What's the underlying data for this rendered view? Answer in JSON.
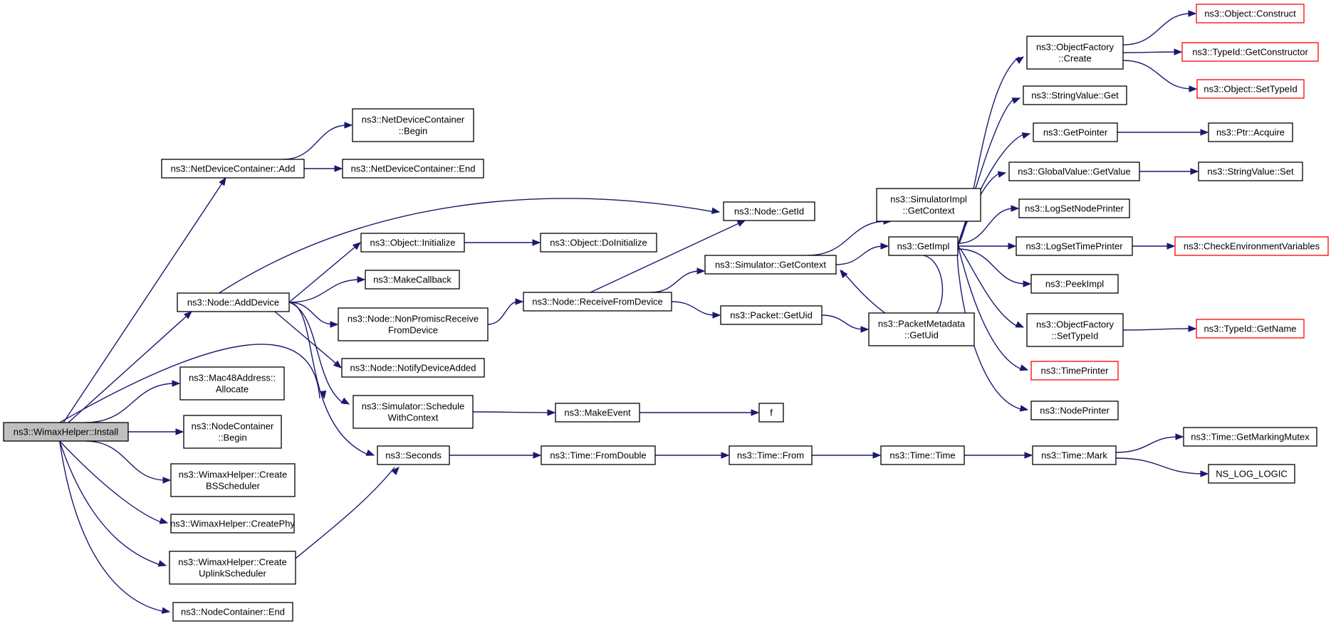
{
  "colors": {
    "edge": "#191970",
    "node_border": "#000000",
    "missing_border": "#ff0000",
    "root_fill": "#bfbfbf",
    "node_fill": "#ffffff"
  },
  "nodes": [
    {
      "id": "install",
      "lines": [
        "ns3::WimaxHelper::Install"
      ],
      "style": "root"
    },
    {
      "id": "ndc_add",
      "lines": [
        "ns3::NetDeviceContainer::Add"
      ],
      "style": "normal"
    },
    {
      "id": "ndc_begin",
      "lines": [
        "ns3::NetDeviceContainer",
        "::Begin"
      ],
      "style": "normal"
    },
    {
      "id": "ndc_end",
      "lines": [
        "ns3::NetDeviceContainer::End"
      ],
      "style": "normal"
    },
    {
      "id": "node_adddevice",
      "lines": [
        "ns3::Node::AddDevice"
      ],
      "style": "normal"
    },
    {
      "id": "node_getid",
      "lines": [
        "ns3::Node::GetId"
      ],
      "style": "normal"
    },
    {
      "id": "obj_init",
      "lines": [
        "ns3::Object::Initialize"
      ],
      "style": "normal"
    },
    {
      "id": "obj_doinit",
      "lines": [
        "ns3::Object::DoInitialize"
      ],
      "style": "normal"
    },
    {
      "id": "makecallback",
      "lines": [
        "ns3::MakeCallback"
      ],
      "style": "normal"
    },
    {
      "id": "node_nonpromisc",
      "lines": [
        "ns3::Node::NonPromiscReceive",
        "FromDevice"
      ],
      "style": "normal"
    },
    {
      "id": "node_recv",
      "lines": [
        "ns3::Node::ReceiveFromDevice"
      ],
      "style": "normal"
    },
    {
      "id": "node_notify",
      "lines": [
        "ns3::Node::NotifyDeviceAdded"
      ],
      "style": "normal"
    },
    {
      "id": "sim_schedctx",
      "lines": [
        "ns3::Simulator::Schedule",
        "WithContext"
      ],
      "style": "normal"
    },
    {
      "id": "makeevent",
      "lines": [
        "ns3::MakeEvent"
      ],
      "style": "normal"
    },
    {
      "id": "f",
      "lines": [
        "f"
      ],
      "style": "normal"
    },
    {
      "id": "seconds",
      "lines": [
        "ns3::Seconds"
      ],
      "style": "normal"
    },
    {
      "id": "time_fromdouble",
      "lines": [
        "ns3::Time::FromDouble"
      ],
      "style": "normal"
    },
    {
      "id": "time_from",
      "lines": [
        "ns3::Time::From"
      ],
      "style": "normal"
    },
    {
      "id": "time_time",
      "lines": [
        "ns3::Time::Time"
      ],
      "style": "normal"
    },
    {
      "id": "time_mark",
      "lines": [
        "ns3::Time::Mark"
      ],
      "style": "normal"
    },
    {
      "id": "time_mutex",
      "lines": [
        "ns3::Time::GetMarkingMutex"
      ],
      "style": "normal"
    },
    {
      "id": "ns_log_logic",
      "lines": [
        "NS_LOG_LOGIC"
      ],
      "style": "normal"
    },
    {
      "id": "mac48",
      "lines": [
        "ns3::Mac48Address::",
        "Allocate"
      ],
      "style": "normal"
    },
    {
      "id": "nc_begin",
      "lines": [
        "ns3::NodeContainer",
        "::Begin"
      ],
      "style": "normal"
    },
    {
      "id": "create_bs",
      "lines": [
        "ns3::WimaxHelper::Create",
        "BSScheduler"
      ],
      "style": "normal"
    },
    {
      "id": "create_phy",
      "lines": [
        "ns3::WimaxHelper::CreatePhy"
      ],
      "style": "normal"
    },
    {
      "id": "create_uplink",
      "lines": [
        "ns3::WimaxHelper::Create",
        "UplinkScheduler"
      ],
      "style": "normal"
    },
    {
      "id": "nc_end",
      "lines": [
        "ns3::NodeContainer::End"
      ],
      "style": "normal"
    },
    {
      "id": "simimpl_getctx",
      "lines": [
        "ns3::SimulatorImpl",
        "::GetContext"
      ],
      "style": "normal"
    },
    {
      "id": "sim_getctx",
      "lines": [
        "ns3::Simulator::GetContext"
      ],
      "style": "normal"
    },
    {
      "id": "getimpl",
      "lines": [
        "ns3::GetImpl"
      ],
      "style": "normal"
    },
    {
      "id": "packet_getuid",
      "lines": [
        "ns3::Packet::GetUid"
      ],
      "style": "normal"
    },
    {
      "id": "pktmeta_getuid",
      "lines": [
        "ns3::PacketMetadata",
        "::GetUid"
      ],
      "style": "normal"
    },
    {
      "id": "of_create",
      "lines": [
        "ns3::ObjectFactory",
        "::Create"
      ],
      "style": "normal"
    },
    {
      "id": "obj_construct",
      "lines": [
        "ns3::Object::Construct"
      ],
      "style": "missing"
    },
    {
      "id": "typeid_getctor",
      "lines": [
        "ns3::TypeId::GetConstructor"
      ],
      "style": "missing"
    },
    {
      "id": "obj_settypeid",
      "lines": [
        "ns3::Object::SetTypeId"
      ],
      "style": "missing"
    },
    {
      "id": "stringvalue_get",
      "lines": [
        "ns3::StringValue::Get"
      ],
      "style": "normal"
    },
    {
      "id": "getpointer",
      "lines": [
        "ns3::GetPointer"
      ],
      "style": "normal"
    },
    {
      "id": "ptr_acquire",
      "lines": [
        "ns3::Ptr::Acquire"
      ],
      "style": "normal"
    },
    {
      "id": "gv_getvalue",
      "lines": [
        "ns3::GlobalValue::GetValue"
      ],
      "style": "normal"
    },
    {
      "id": "stringvalue_set",
      "lines": [
        "ns3::StringValue::Set"
      ],
      "style": "normal"
    },
    {
      "id": "logsetnodeprinter",
      "lines": [
        "ns3::LogSetNodePrinter"
      ],
      "style": "normal"
    },
    {
      "id": "logsettimeprinter",
      "lines": [
        "ns3::LogSetTimePrinter"
      ],
      "style": "normal"
    },
    {
      "id": "checkenv",
      "lines": [
        "ns3::CheckEnvironmentVariables"
      ],
      "style": "missing"
    },
    {
      "id": "peekimpl",
      "lines": [
        "ns3::PeekImpl"
      ],
      "style": "normal"
    },
    {
      "id": "of_settypeid",
      "lines": [
        "ns3::ObjectFactory",
        "::SetTypeId"
      ],
      "style": "normal"
    },
    {
      "id": "typeid_getname",
      "lines": [
        "ns3::TypeId::GetName"
      ],
      "style": "missing"
    },
    {
      "id": "timeprinter",
      "lines": [
        "ns3::TimePrinter"
      ],
      "style": "missing"
    },
    {
      "id": "nodeprinter",
      "lines": [
        "ns3::NodePrinter"
      ],
      "style": "normal"
    }
  ],
  "edges": [
    [
      "install",
      "ndc_add"
    ],
    [
      "install",
      "node_adddevice"
    ],
    [
      "install",
      "seconds"
    ],
    [
      "install",
      "mac48"
    ],
    [
      "install",
      "nc_begin"
    ],
    [
      "install",
      "create_bs"
    ],
    [
      "install",
      "create_phy"
    ],
    [
      "install",
      "create_uplink"
    ],
    [
      "install",
      "nc_end"
    ],
    [
      "ndc_add",
      "ndc_begin"
    ],
    [
      "ndc_add",
      "ndc_end"
    ],
    [
      "node_adddevice",
      "node_getid"
    ],
    [
      "node_adddevice",
      "obj_init"
    ],
    [
      "node_adddevice",
      "makecallback"
    ],
    [
      "node_adddevice",
      "node_nonpromisc"
    ],
    [
      "node_adddevice",
      "node_notify"
    ],
    [
      "node_adddevice",
      "sim_schedctx"
    ],
    [
      "node_adddevice",
      "seconds"
    ],
    [
      "obj_init",
      "obj_doinit"
    ],
    [
      "node_nonpromisc",
      "node_recv"
    ],
    [
      "node_recv",
      "node_getid"
    ],
    [
      "node_recv",
      "sim_getctx"
    ],
    [
      "node_recv",
      "packet_getuid"
    ],
    [
      "sim_schedctx",
      "makeevent"
    ],
    [
      "makeevent",
      "f"
    ],
    [
      "create_uplink",
      "seconds"
    ],
    [
      "seconds",
      "time_fromdouble"
    ],
    [
      "time_fromdouble",
      "time_from"
    ],
    [
      "time_from",
      "time_time"
    ],
    [
      "time_time",
      "time_mark"
    ],
    [
      "time_mark",
      "time_mutex"
    ],
    [
      "time_mark",
      "ns_log_logic"
    ],
    [
      "sim_getctx",
      "simimpl_getctx"
    ],
    [
      "sim_getctx",
      "getimpl"
    ],
    [
      "packet_getuid",
      "pktmeta_getuid"
    ],
    [
      "getimpl",
      "of_create"
    ],
    [
      "getimpl",
      "stringvalue_get"
    ],
    [
      "getimpl",
      "getpointer"
    ],
    [
      "getimpl",
      "gv_getvalue"
    ],
    [
      "getimpl",
      "logsetnodeprinter"
    ],
    [
      "getimpl",
      "logsettimeprinter"
    ],
    [
      "getimpl",
      "peekimpl"
    ],
    [
      "getimpl",
      "of_settypeid"
    ],
    [
      "getimpl",
      "timeprinter"
    ],
    [
      "getimpl",
      "nodeprinter"
    ],
    [
      "getimpl",
      "sim_getctx"
    ],
    [
      "of_create",
      "obj_construct"
    ],
    [
      "of_create",
      "typeid_getctor"
    ],
    [
      "of_create",
      "obj_settypeid"
    ],
    [
      "getpointer",
      "ptr_acquire"
    ],
    [
      "gv_getvalue",
      "stringvalue_set"
    ],
    [
      "logsettimeprinter",
      "checkenv"
    ],
    [
      "of_settypeid",
      "typeid_getname"
    ]
  ]
}
